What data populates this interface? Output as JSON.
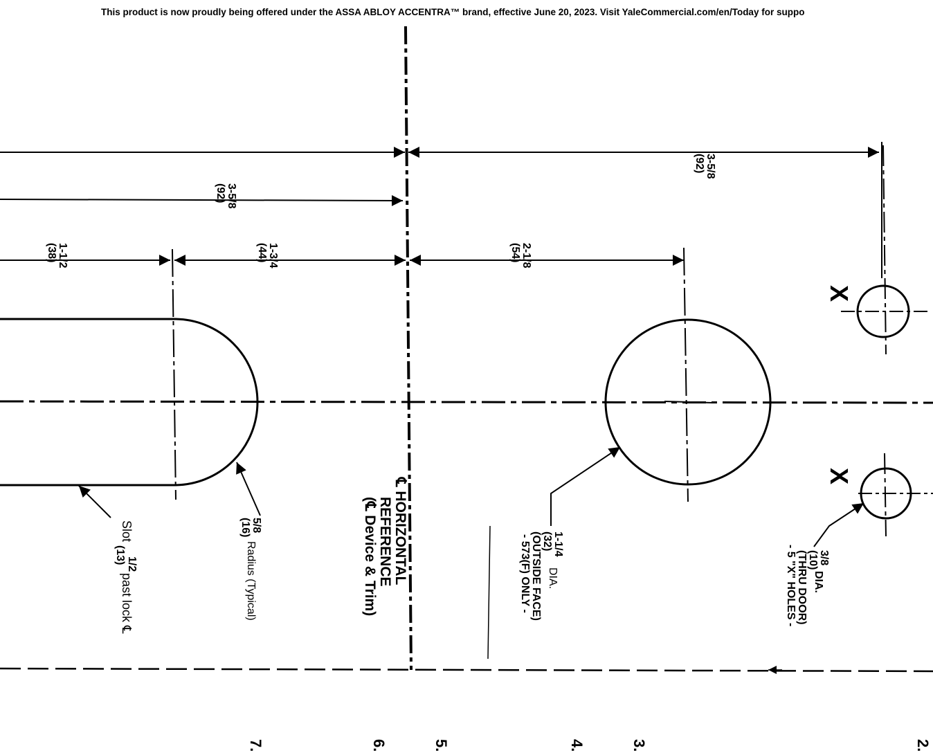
{
  "banner": {
    "text": "This product is now proudly being offered under the ASSA ABLOY ACCENTRA™ brand, effective June 20, 2023. Visit YaleCommercial.com/en/Today for suppo"
  },
  "dimensions": {
    "top_right": {
      "frac": "3-5/8",
      "mm": "(92)"
    },
    "upper_left": {
      "frac": "3-5/8",
      "mm": "(92)"
    },
    "slot_left": {
      "frac": "1-1/2",
      "mm": "(38)"
    },
    "slot_center": {
      "frac": "1-3/4",
      "mm": "(44)"
    },
    "hole_offset": {
      "frac": "2-1/8",
      "mm": "(54)"
    }
  },
  "labels": {
    "slot": {
      "pre": "Slot",
      "frac": "1/2",
      "mm": "(13)",
      "post": "past lock ℄"
    },
    "radius": {
      "frac": "5/8",
      "mm": "(16)",
      "post": "Radius (Typical)"
    },
    "horizontal": {
      "line1": "℄ HORIZONTAL",
      "line2": "REFERENCE",
      "line3": "(℄ Device & Trim)"
    },
    "large_hole": {
      "frac": "1-1/4",
      "suffix": "DIA.",
      "mm": "(32)",
      "line3": "(OUTSIDE FACE)",
      "line4": "- 573(F) ONLY -"
    },
    "small_hole": {
      "frac": "3/8",
      "suffix": "DIA.",
      "mm": "(10)",
      "line3": "(THRU DOOR)",
      "line4": "- 5 \"X\" HOLES -"
    },
    "x_mark": "X"
  },
  "steps": [
    "7.",
    "6.",
    "5.",
    "4.",
    "3.",
    "2."
  ]
}
